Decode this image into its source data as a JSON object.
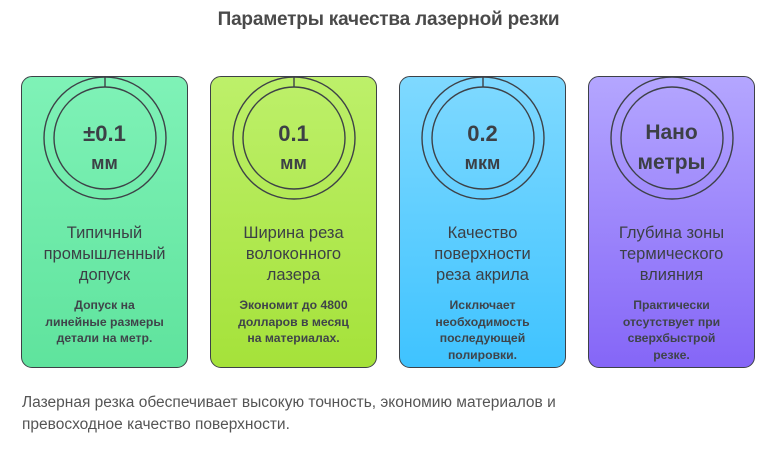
{
  "title": "Параметры качества лазерной резки",
  "cards": [
    {
      "value_line1": "±0.1",
      "value_line2": "мм",
      "heading_lines": [
        "Типичный",
        "промышленный",
        "допуск"
      ],
      "description_lines": [
        "Допуск на",
        "линейные размеры",
        "детали на метр."
      ],
      "color_top": "#7ff2b7",
      "color_bottom": "#5fe39d",
      "has_tick": true
    },
    {
      "value_line1": "0.1",
      "value_line2": "мм",
      "heading_lines": [
        "Ширина реза",
        "волоконного",
        "лазера"
      ],
      "description_lines": [
        "Экономит до 4800",
        "долларов в месяц",
        "на материалах."
      ],
      "color_top": "#bdf06a",
      "color_bottom": "#a5e23a",
      "has_tick": true
    },
    {
      "value_line1": "0.2",
      "value_line2": "мкм",
      "heading_lines": [
        "Качество",
        "поверхности",
        "реза акрила"
      ],
      "description_lines": [
        "Исключает",
        "необходимость",
        "последующей",
        "полировки."
      ],
      "color_top": "#7fd9ff",
      "color_bottom": "#3fc3ff",
      "has_tick": true
    },
    {
      "value_line1": "Нано",
      "value_line2": "метры",
      "heading_lines": [
        "Глубина зоны",
        "термического",
        "влияния"
      ],
      "description_lines": [
        "Практически",
        "отсутствует при",
        "сверхбыстрой",
        "резке."
      ],
      "color_top": "#b4a6ff",
      "color_bottom": "#8566f7",
      "has_tick": false
    }
  ],
  "footer": {
    "line1": "Лазерная резка обеспечивает высокую точность, экономию материалов и",
    "line2": "превосходное качество поверхности."
  }
}
